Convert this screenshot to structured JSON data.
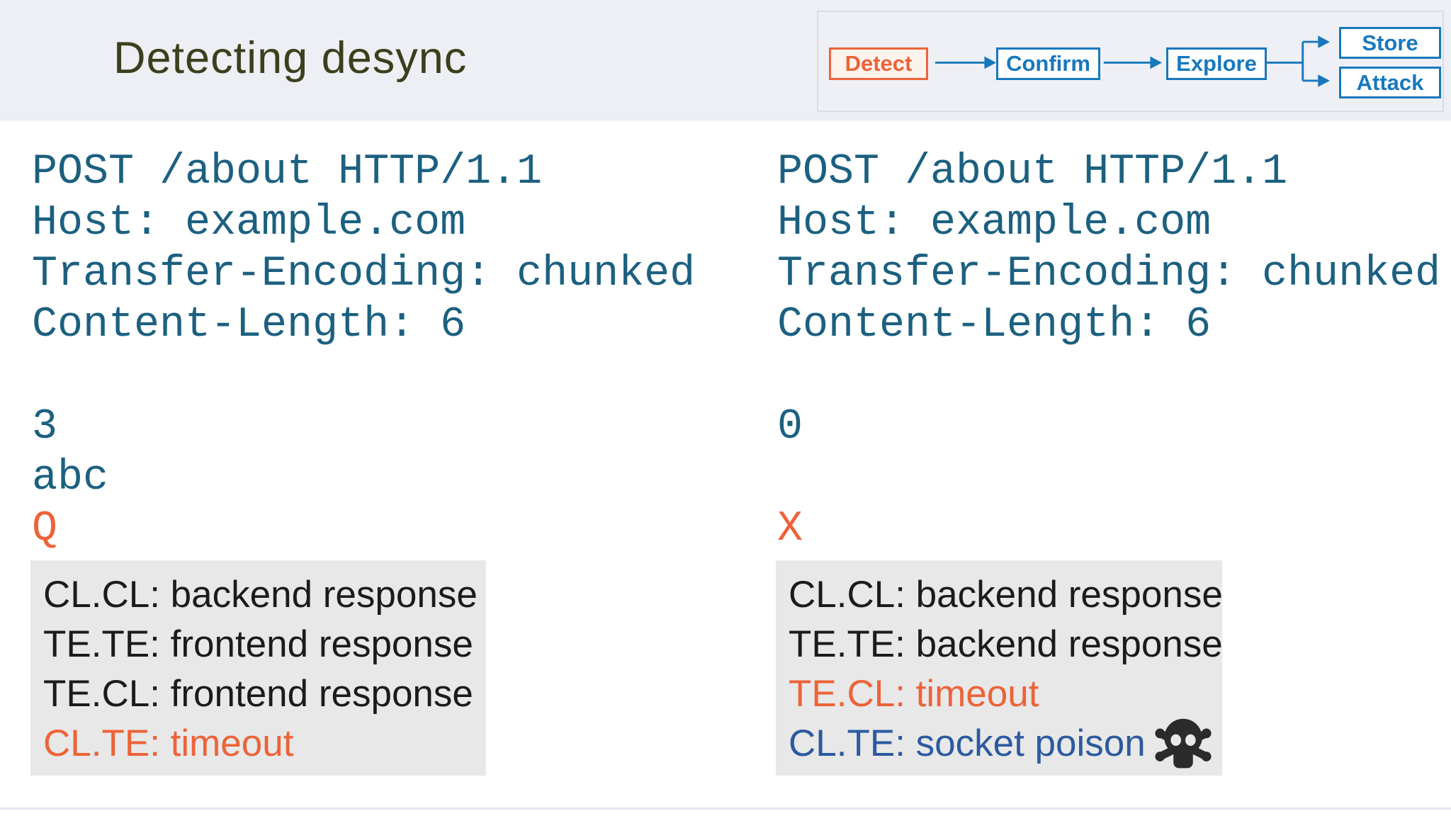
{
  "header": {
    "title": "Detecting desync",
    "flow": {
      "steps": [
        {
          "label": "Detect",
          "state": "active"
        },
        {
          "label": "Confirm",
          "state": "normal"
        },
        {
          "label": "Explore",
          "state": "normal"
        }
      ],
      "branches": [
        {
          "label": "Store"
        },
        {
          "label": "Attack"
        }
      ]
    }
  },
  "main": {
    "left": {
      "request_lines": [
        {
          "text": "POST /about HTTP/1.1",
          "accent": "code"
        },
        {
          "text": "Host: example.com",
          "accent": "code"
        },
        {
          "text": "Transfer-Encoding: chunked",
          "accent": "code"
        },
        {
          "text": "Content-Length: 6",
          "accent": "code"
        },
        {
          "text": "",
          "accent": "code"
        },
        {
          "text": "3",
          "accent": "code"
        },
        {
          "text": "abc",
          "accent": "code"
        },
        {
          "text": "Q",
          "accent": "orange"
        }
      ],
      "results": [
        {
          "text": "CL.CL: backend response",
          "accent": "dark"
        },
        {
          "text": "TE.TE: frontend response",
          "accent": "dark"
        },
        {
          "text": "TE.CL: frontend response",
          "accent": "dark"
        },
        {
          "text": "CL.TE: timeout",
          "accent": "orange"
        }
      ]
    },
    "right": {
      "request_lines": [
        {
          "text": "POST /about HTTP/1.1",
          "accent": "code"
        },
        {
          "text": "Host: example.com",
          "accent": "code"
        },
        {
          "text": "Transfer-Encoding: chunked",
          "accent": "code"
        },
        {
          "text": "Content-Length: 6",
          "accent": "code"
        },
        {
          "text": "",
          "accent": "code"
        },
        {
          "text": "0",
          "accent": "code"
        },
        {
          "text": "",
          "accent": "code"
        },
        {
          "text": "X",
          "accent": "orange"
        }
      ],
      "results": [
        {
          "text": "CL.CL: backend response",
          "accent": "dark"
        },
        {
          "text": "TE.TE: backend response",
          "accent": "dark"
        },
        {
          "text": "TE.CL: timeout",
          "accent": "orange"
        },
        {
          "text": "CL.TE: socket poison",
          "accent": "blue",
          "icon": "skull-crossbones-icon"
        }
      ]
    }
  },
  "colors": {
    "header_background": "#edeff4",
    "title_olive": "#3a401c",
    "code_teal": "#1c6080",
    "accent_orange": "#ed6338",
    "flow_blue": "#1878bd",
    "poison_blue": "#2c5aa0",
    "panel_gray": "#e8e8e8",
    "result_dark": "#1b1b1b"
  }
}
